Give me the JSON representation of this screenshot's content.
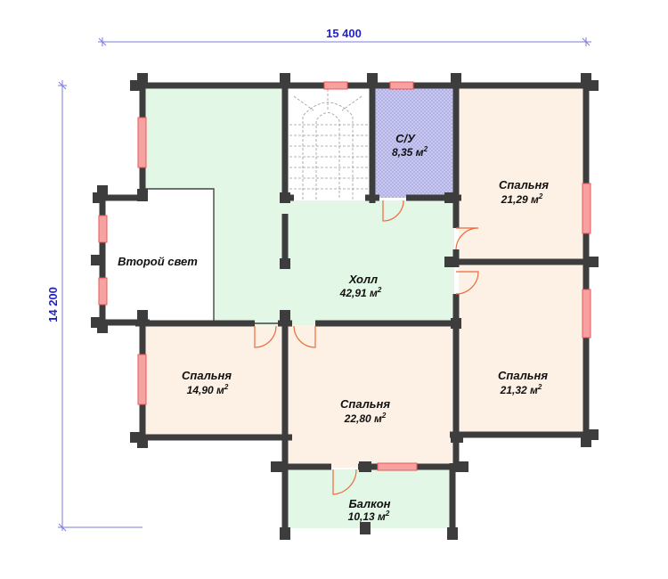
{
  "plan": {
    "dimensions": {
      "width": "15 400",
      "height": "14 200"
    },
    "rooms": {
      "su": {
        "name": "С/У",
        "area": "8,35 м",
        "sup": "2"
      },
      "bedroom_top_right": {
        "name": "Спальня",
        "area": "21,29 м",
        "sup": "2"
      },
      "second_light": {
        "name": "Второй свет"
      },
      "hall": {
        "name": "Холл",
        "area": "42,91 м",
        "sup": "2"
      },
      "bedroom_left": {
        "name": "Спальня",
        "area": "14,90 м",
        "sup": "2"
      },
      "bedroom_center": {
        "name": "Спальня",
        "area": "22,80 м",
        "sup": "2"
      },
      "bedroom_bottom_right": {
        "name": "Спальня",
        "area": "21,32 м",
        "sup": "2"
      },
      "balcony": {
        "name": "Балкон",
        "area": "10,13 м",
        "sup": "2"
      }
    },
    "colors": {
      "hall_fill": "#e3f7e6",
      "bedroom_fill": "#fdf0e4",
      "bath_fill": "#c8c8f0",
      "wall": "#3d3d3d",
      "window": "#f7a2a2",
      "door": "#ee6a3a",
      "dimension": "#2222cc"
    }
  }
}
